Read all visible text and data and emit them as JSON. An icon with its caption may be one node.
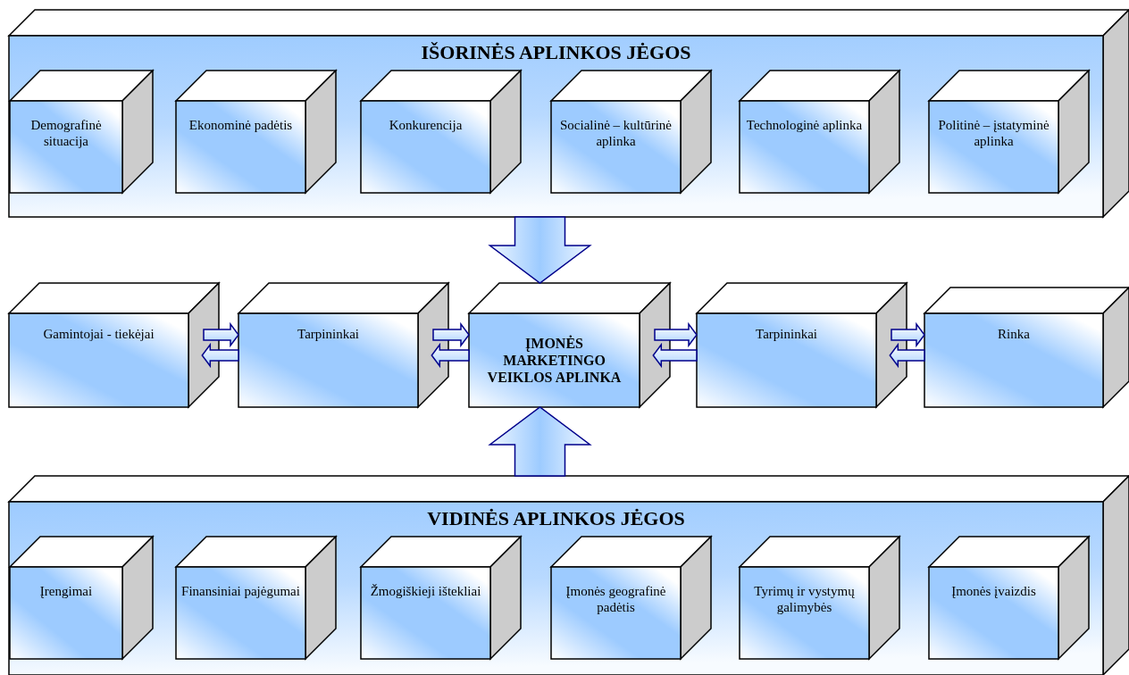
{
  "diagram": {
    "nodes": [
      {
        "text": [
          "IŠORINĖS APLINKOS JĖGOS"
        ]
      },
      {
        "text": [
          "Demografinė situacija"
        ],
        "in": 0
      },
      {
        "text": [
          "Ekonominė padėtis"
        ],
        "in": 0
      },
      {
        "text": [
          "Konkurencija"
        ],
        "in": 0
      },
      {
        "text": [
          "Socialinė – kultūrinė aplinka"
        ],
        "in": 0
      },
      {
        "text": [
          "Technologinė aplinka"
        ],
        "in": 0
      },
      {
        "text": [
          "Politinė – įstatyminė aplinka"
        ],
        "in": 0
      },
      {
        "text": [
          "Gamintojai - tiekėjai"
        ]
      },
      {
        "text": [
          "Tarpininkai"
        ]
      },
      {
        "text": [
          "ĮMONĖS MARKETINGO VEIKLOS APLINKA"
        ]
      },
      {
        "text": [
          "Tarpininkai"
        ]
      },
      {
        "text": [
          "Rinka"
        ]
      },
      {
        "text": [
          "VIDINĖS APLINKOS JĖGOS"
        ]
      },
      {
        "text": [
          "Įrengimai"
        ],
        "in": 12
      },
      {
        "text": [
          "Finansiniai pajėgumai"
        ],
        "in": 12
      },
      {
        "text": [
          "Žmogiškieji ištekliai"
        ],
        "in": 12
      },
      {
        "text": [
          "Įmonės geografinė padėtis"
        ],
        "in": 12
      },
      {
        "text": [
          "Tyrimų ir vystymų galimybės"
        ],
        "in": 12
      },
      {
        "text": [
          "Įmonės įvaizdis"
        ],
        "in": 12
      }
    ],
    "edges": [
      {
        "from": 0,
        "to": 9,
        "arrow": "to",
        "style": "thick"
      },
      {
        "from": 12,
        "to": 9,
        "arrow": "to",
        "style": "thick"
      },
      {
        "from": 7,
        "to": 8,
        "arrow": "to"
      },
      {
        "from": 8,
        "to": 7,
        "arrow": "to"
      },
      {
        "from": 8,
        "to": 9,
        "arrow": "to"
      },
      {
        "from": 9,
        "to": 8,
        "arrow": "to"
      },
      {
        "from": 9,
        "to": 10,
        "arrow": "to"
      },
      {
        "from": 10,
        "to": 9,
        "arrow": "to"
      },
      {
        "from": 10,
        "to": 11,
        "arrow": "to"
      },
      {
        "from": 11,
        "to": 10,
        "arrow": "to"
      }
    ]
  }
}
